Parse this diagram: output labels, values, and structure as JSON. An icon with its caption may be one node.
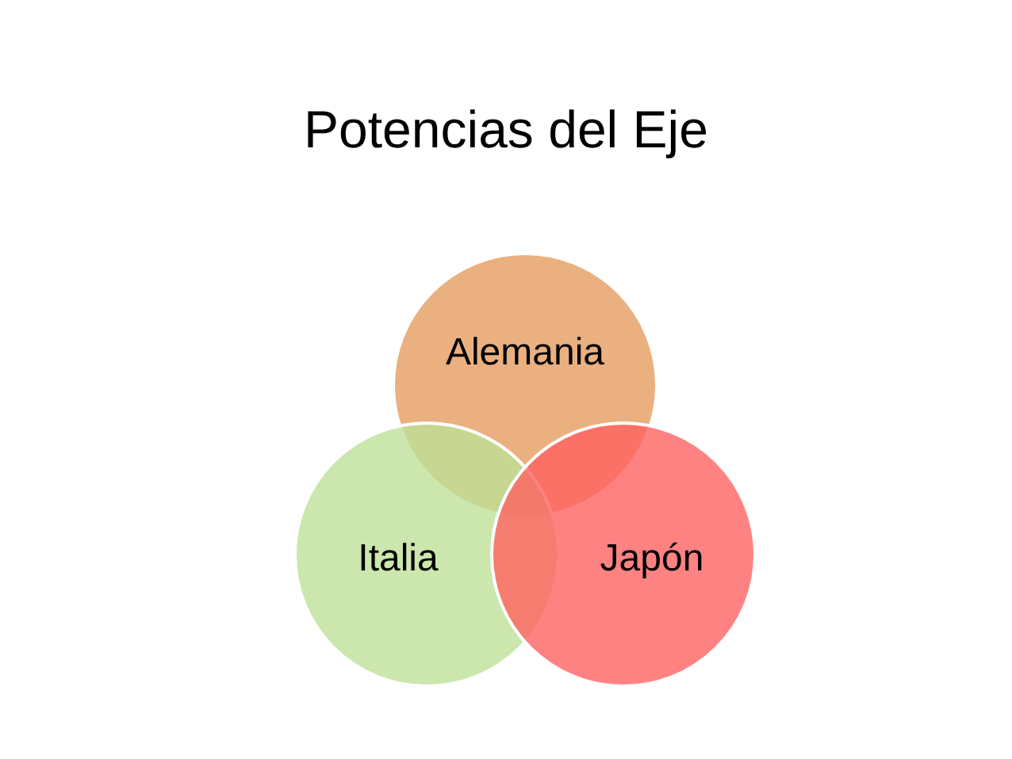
{
  "diagram": {
    "title": "Potencias del Eje",
    "nodes": [
      {
        "text": [
          "Alemania"
        ]
      },
      {
        "text": [
          "Italia"
        ]
      },
      {
        "text": [
          "Japón"
        ]
      }
    ]
  }
}
